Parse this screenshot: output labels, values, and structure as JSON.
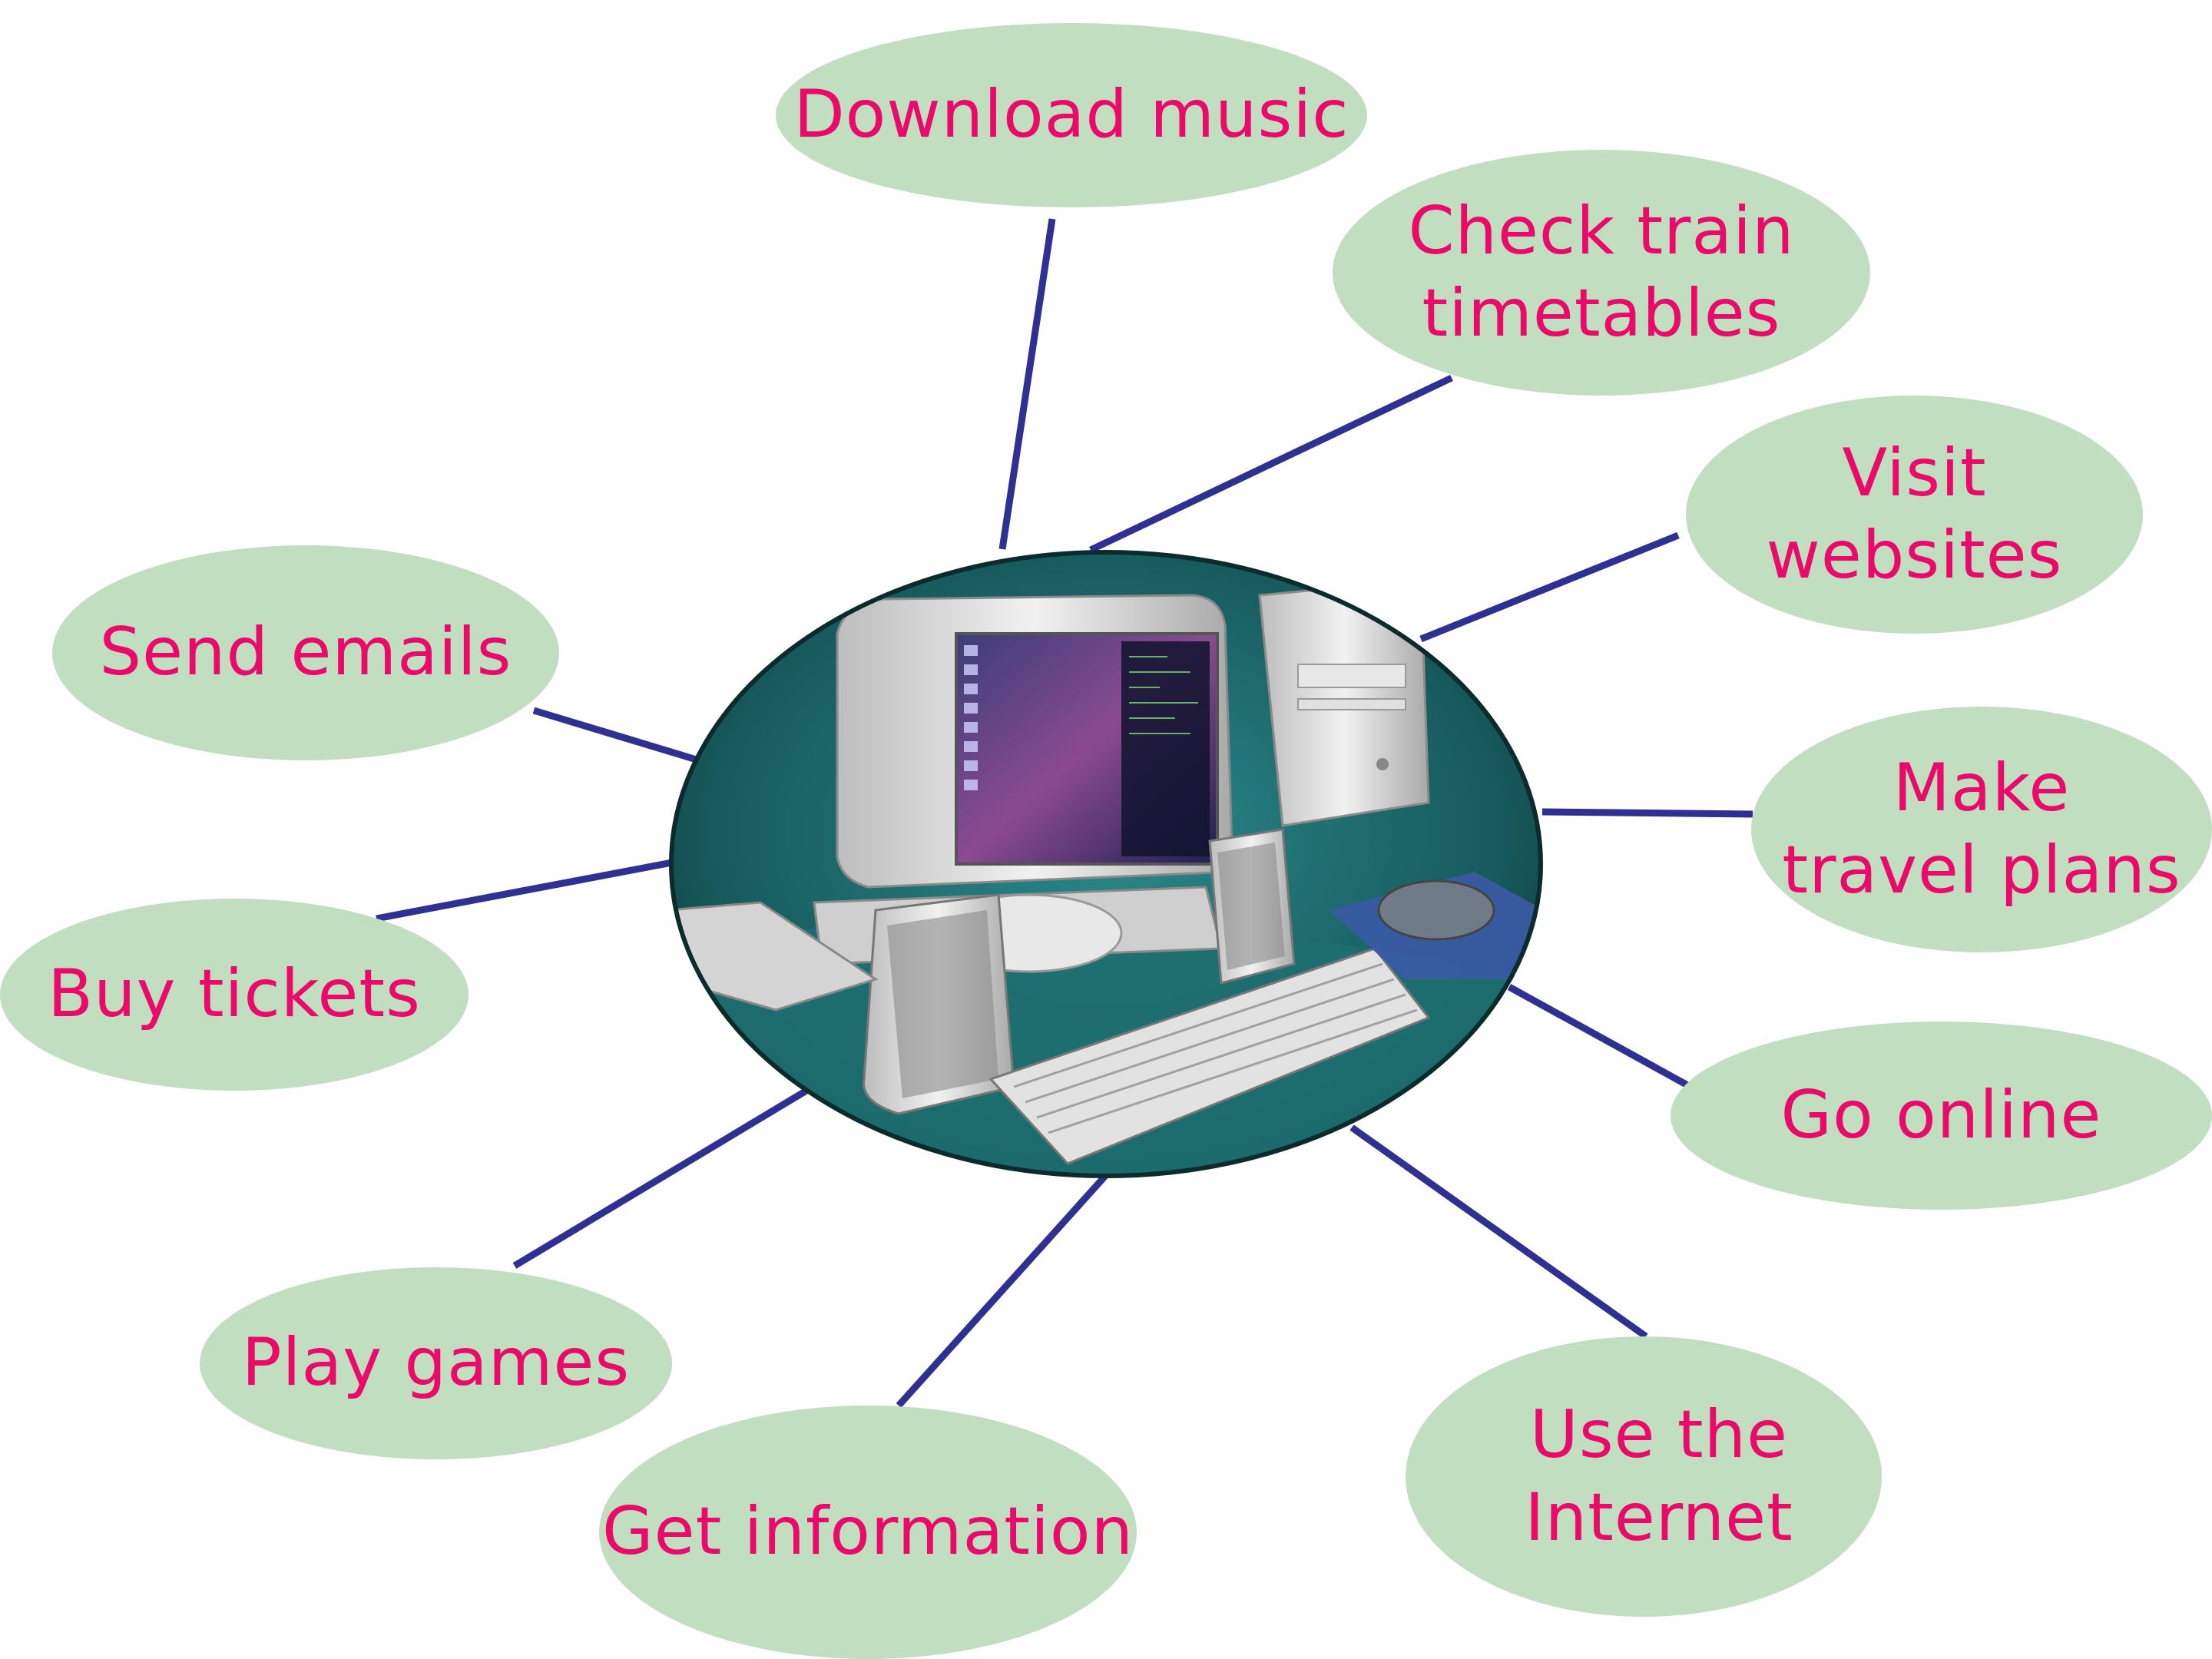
{
  "center": {
    "image": "desktop-computer-illustration",
    "description_colors": {
      "background": "#1f6f73",
      "device": "#d9d9d9"
    }
  },
  "bubbles": {
    "download_music": "Download music",
    "check_train": "Check train\ntimetables",
    "visit_websites": "Visit websites",
    "make_travel": "Make\ntravel plans",
    "go_online": "Go online",
    "use_internet": "Use the Internet",
    "get_information": "Get information",
    "play_games": "Play games",
    "buy_tickets": "Buy tickets",
    "send_emails": "Send emails"
  },
  "colors": {
    "bubble_fill": "#c1dfc0",
    "text": "#ea0a6a",
    "connector": "#2e3192"
  }
}
